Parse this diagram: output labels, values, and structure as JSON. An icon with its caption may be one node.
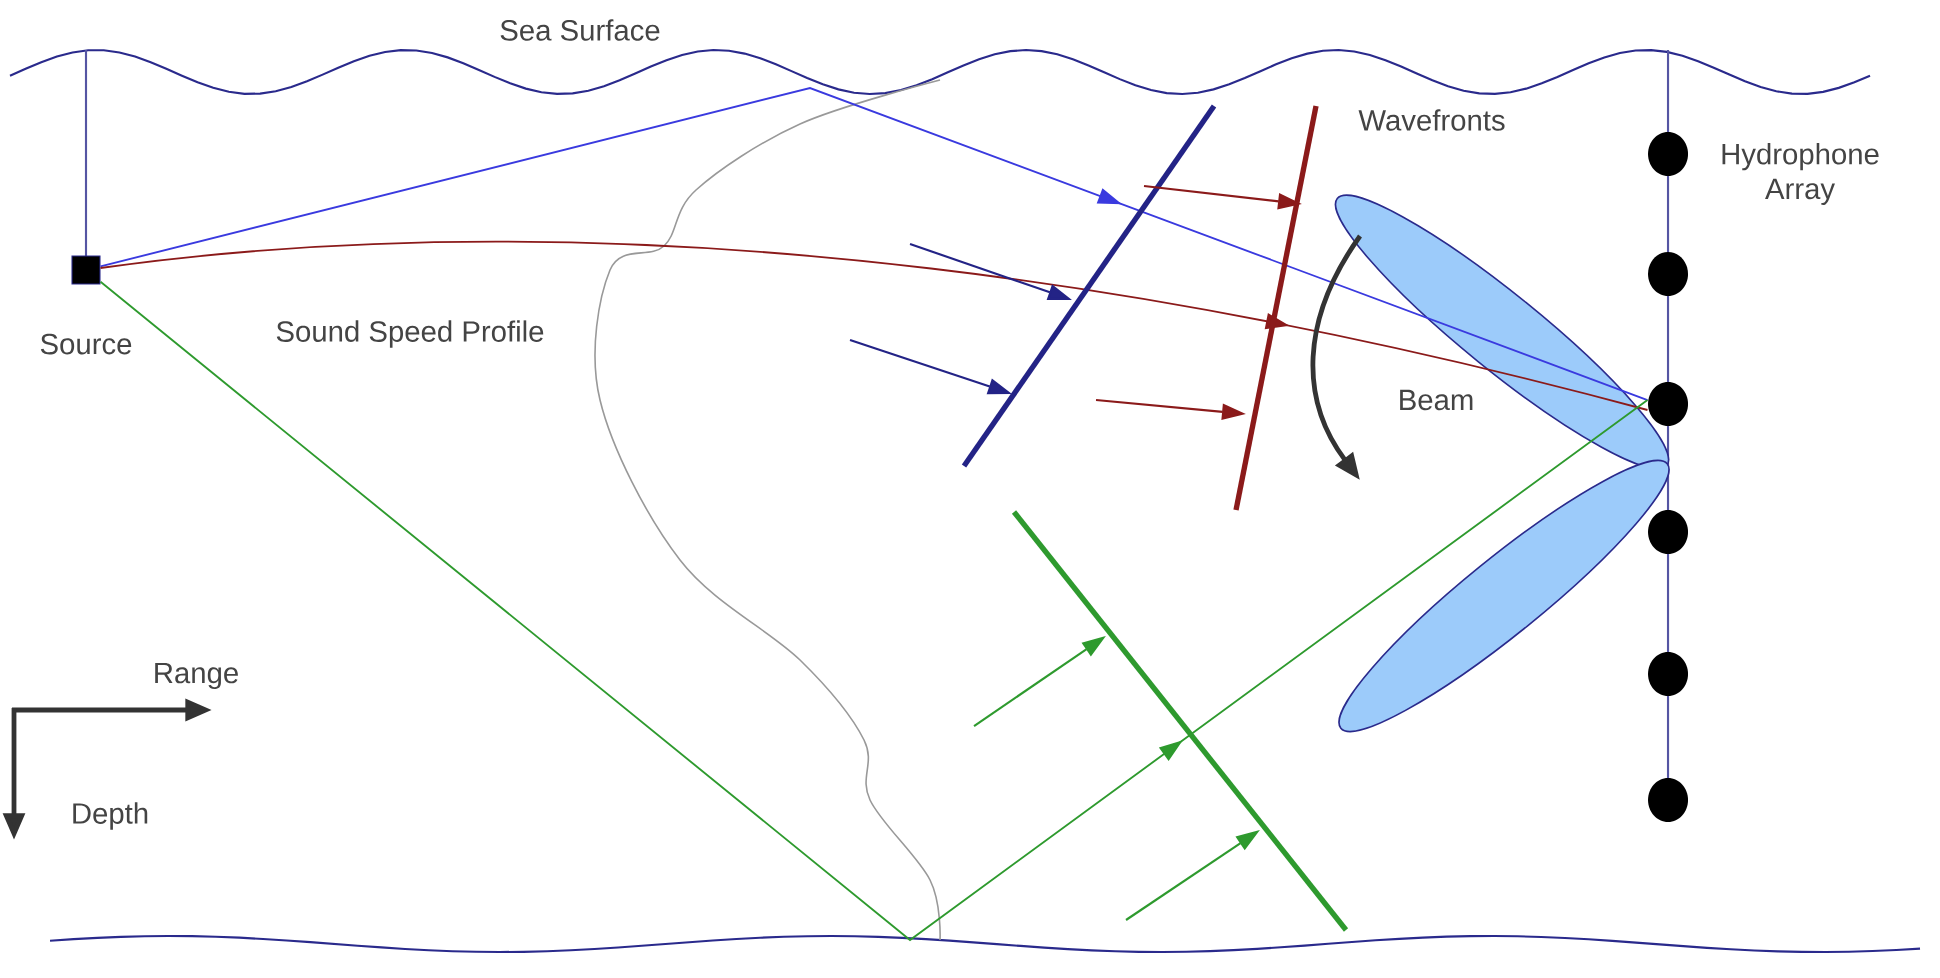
{
  "diagram": {
    "nodes": [
      {
        "text": [],
        "shape": "box",
        "beside": [
          "Source"
        ]
      },
      {
        "text": [],
        "shape": "bar",
        "beside": [
          "Hydrophone Array"
        ]
      }
    ],
    "edges": [
      {
        "from": 0,
        "to": 1,
        "arrow": "to",
        "color": "#3a3adf"
      },
      {
        "from": 0,
        "to": 1,
        "arrow": "to",
        "color": "#8b1a1a"
      },
      {
        "from": 0,
        "to": 1,
        "arrow": "to",
        "color": "#2e9a2e"
      }
    ],
    "labels": [
      "Sea Surface",
      "Sound Speed Profile",
      "Wavefronts",
      "Beam",
      "Range",
      "Depth"
    ]
  }
}
